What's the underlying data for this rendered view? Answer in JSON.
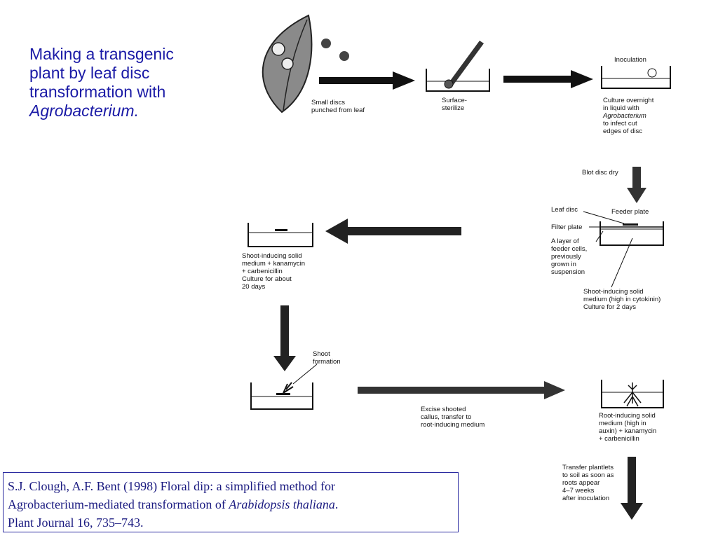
{
  "title": {
    "lines": [
      "Making a transgenic",
      "plant by leaf disc",
      "transformation with"
    ],
    "italic_line": "Agrobacterium."
  },
  "diagram": {
    "step1": [
      "Small discs",
      "punched from leaf"
    ],
    "step2": [
      "Surface-",
      "sterilize"
    ],
    "inoculation": "Inoculation",
    "step3": [
      "Culture overnight",
      "in liquid with",
      "Agrobacterium",
      "to infect cut",
      "edges of disc"
    ],
    "blot": "Blot disc dry",
    "leaf_disc": "Leaf disc",
    "feeder_plate": "Feeder plate",
    "filter_plate": "Filter plate",
    "feeder_cells": [
      "A layer of",
      "feeder cells,",
      "previously",
      "grown in",
      "suspension"
    ],
    "shoot_medium_1": [
      "Shoot-inducing solid",
      "medium (high in cytokinin)",
      "Culture for 2 days"
    ],
    "shoot_medium_2": [
      "Shoot-inducing solid",
      "medium + kanamycin",
      "+ carbenicillin",
      "Culture for about",
      "20 days"
    ],
    "shoot_formation": [
      "Shoot",
      "formation"
    ],
    "excise": [
      "Excise shooted",
      "callus, transfer to",
      "root-inducing medium"
    ],
    "root_medium": [
      "Root-inducing solid",
      "medium (high in",
      "auxin) + kanamycin",
      "+ carbenicillin"
    ],
    "transfer": [
      "Transfer plantlets",
      "to soil as soon as",
      "roots appear",
      "4–7 weeks",
      "after inoculation"
    ]
  },
  "citation": {
    "line1": "S.J. Clough, A.F. Bent (1998) Floral dip: a simplified method for",
    "line2_prefix": "Agrobacterium-mediated transformation of ",
    "line2_italic": "Arabidopsis thaliana",
    "line2_suffix": ".",
    "line3": "Plant Journal 16, 735–743."
  }
}
